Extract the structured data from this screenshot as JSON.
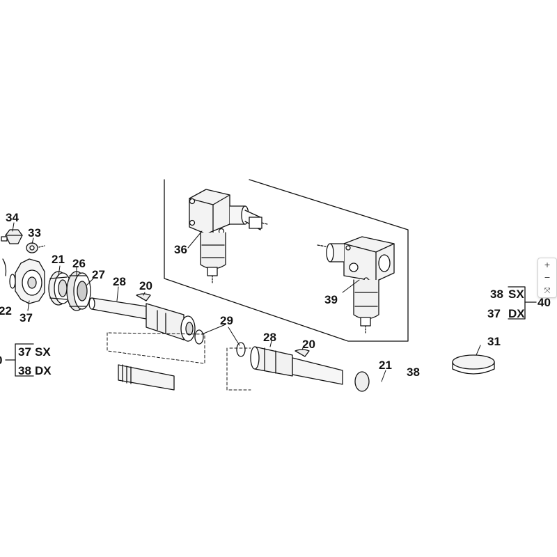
{
  "labels": {
    "l34": "34",
    "l33": "33",
    "l21a": "21",
    "l26": "26",
    "l27": "27",
    "l22": "22",
    "l37a": "37",
    "l28a": "28",
    "l20a": "20",
    "l29": "29",
    "l36": "36",
    "l39": "39",
    "l28b": "28",
    "l20b": "20",
    "l21b": "21",
    "l38b": "38",
    "l31": "31",
    "l40": "40",
    "l0": "0"
  },
  "legend_right": {
    "row1_num": "38",
    "row1_side": "SX",
    "row2_num": "37",
    "row2_side": "DX"
  },
  "legend_left": {
    "row1_num": "37",
    "row1_side": "SX",
    "row2_num": "38",
    "row2_side": "DX"
  },
  "zoom": {
    "in_icon": "+",
    "out_icon": "−",
    "reset_icon": "⤧"
  }
}
